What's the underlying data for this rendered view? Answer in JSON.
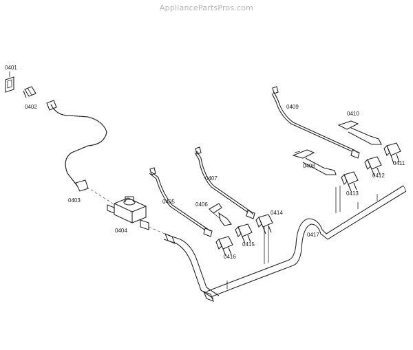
{
  "watermark": "AppliancePartsPros.com",
  "parts": [
    {
      "id": "p0401",
      "label": "0401"
    },
    {
      "id": "p0402",
      "label": "0402"
    },
    {
      "id": "p0403",
      "label": "0403"
    },
    {
      "id": "p0404",
      "label": "0404"
    },
    {
      "id": "p0405",
      "label": "0405"
    },
    {
      "id": "p0406",
      "label": "0406"
    },
    {
      "id": "p0407",
      "label": "0407"
    },
    {
      "id": "p0408",
      "label": "0408"
    },
    {
      "id": "p0409",
      "label": "0409"
    },
    {
      "id": "p0410",
      "label": "0410"
    },
    {
      "id": "p0411",
      "label": "0411"
    },
    {
      "id": "p0412",
      "label": "0412"
    },
    {
      "id": "p0413",
      "label": "0413"
    },
    {
      "id": "p0414",
      "label": "0414"
    },
    {
      "id": "p0415",
      "label": "0415"
    },
    {
      "id": "p0416",
      "label": "0416"
    },
    {
      "id": "p0417",
      "label": "0417"
    }
  ]
}
